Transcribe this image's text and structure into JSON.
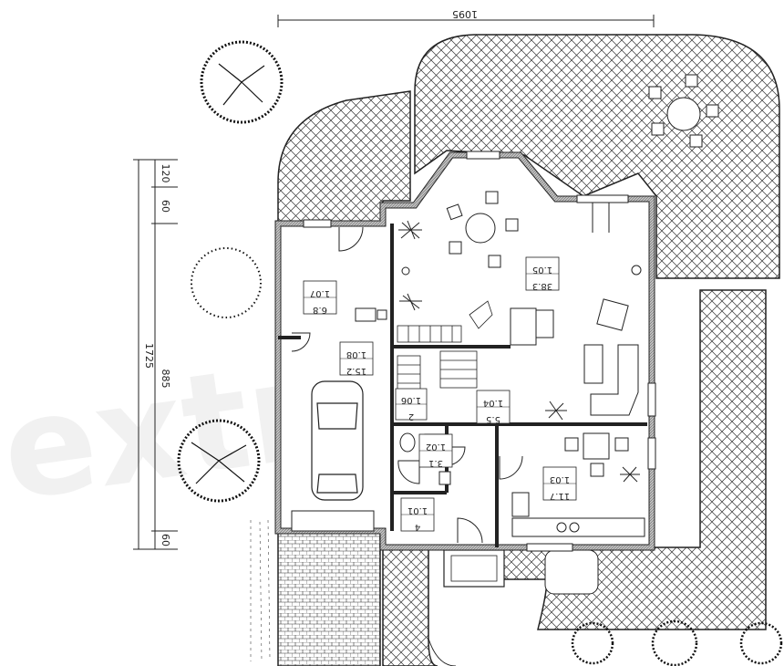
{
  "watermark": "extra",
  "dimensions": {
    "top_width": "1095",
    "left_total": "1725",
    "left_inner": "885",
    "left_segments": [
      "120",
      "60",
      "60"
    ]
  },
  "rooms": [
    {
      "id": "1.01",
      "area": "4"
    },
    {
      "id": "1.02",
      "area": "3.1"
    },
    {
      "id": "1.03",
      "area": "11.7"
    },
    {
      "id": "1.04",
      "area": "5.5"
    },
    {
      "id": "1.05",
      "area": "38.3"
    },
    {
      "id": "1.06",
      "area": "2"
    },
    {
      "id": "1.07",
      "area": "6.8"
    },
    {
      "id": "1.08",
      "area": "15.2"
    }
  ]
}
